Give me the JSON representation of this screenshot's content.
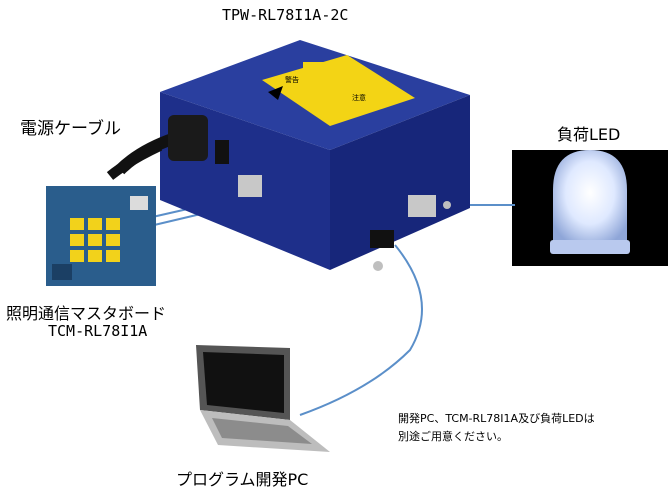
{
  "labels": {
    "device_title": "TPW-RL78I1A-2C",
    "power_cable": "電源ケーブル",
    "load_led": "負荷LED",
    "master_board": "照明通信マスタボード",
    "master_board_model": "TCM-RL78I1A",
    "note_line1": "開発PC、TCM-RL78I1A及び負荷LEDは",
    "note_line2": "別途ご用意ください。",
    "dev_pc": "プログラム開発PC"
  },
  "caution_sticker": {
    "left_heading": "警告",
    "right_heading": "注意"
  },
  "colors": {
    "enclosure": "#1e2f8a",
    "cable": "#5b8fc9",
    "led_glow": "#e8f1ff",
    "board": "#2a5d8c",
    "key": "#f2d21b"
  },
  "icons": [
    "device-enclosure",
    "power-plug",
    "led-bulb",
    "circuit-board",
    "laptop"
  ]
}
